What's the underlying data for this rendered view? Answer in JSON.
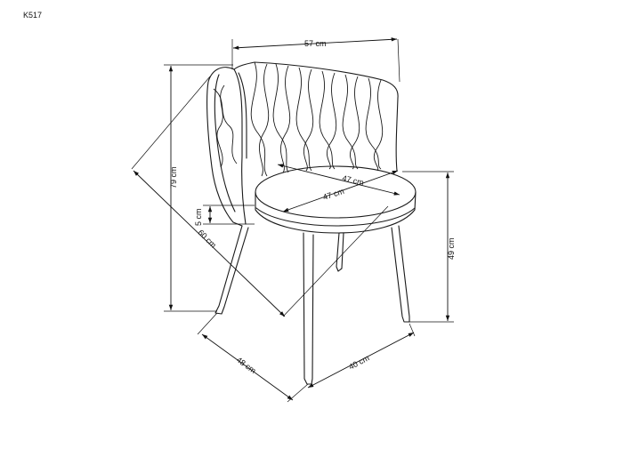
{
  "model_code": "K517",
  "dimensions": {
    "back_width": "57 cm",
    "height": "79 cm",
    "depth": "60 cm",
    "seat_thickness": "5 cm",
    "seat_diameter_a": "47 cm",
    "seat_diameter_b": "47 cm",
    "seat_height": "49 cm",
    "base_depth": "48 cm",
    "base_width": "40 cm"
  }
}
